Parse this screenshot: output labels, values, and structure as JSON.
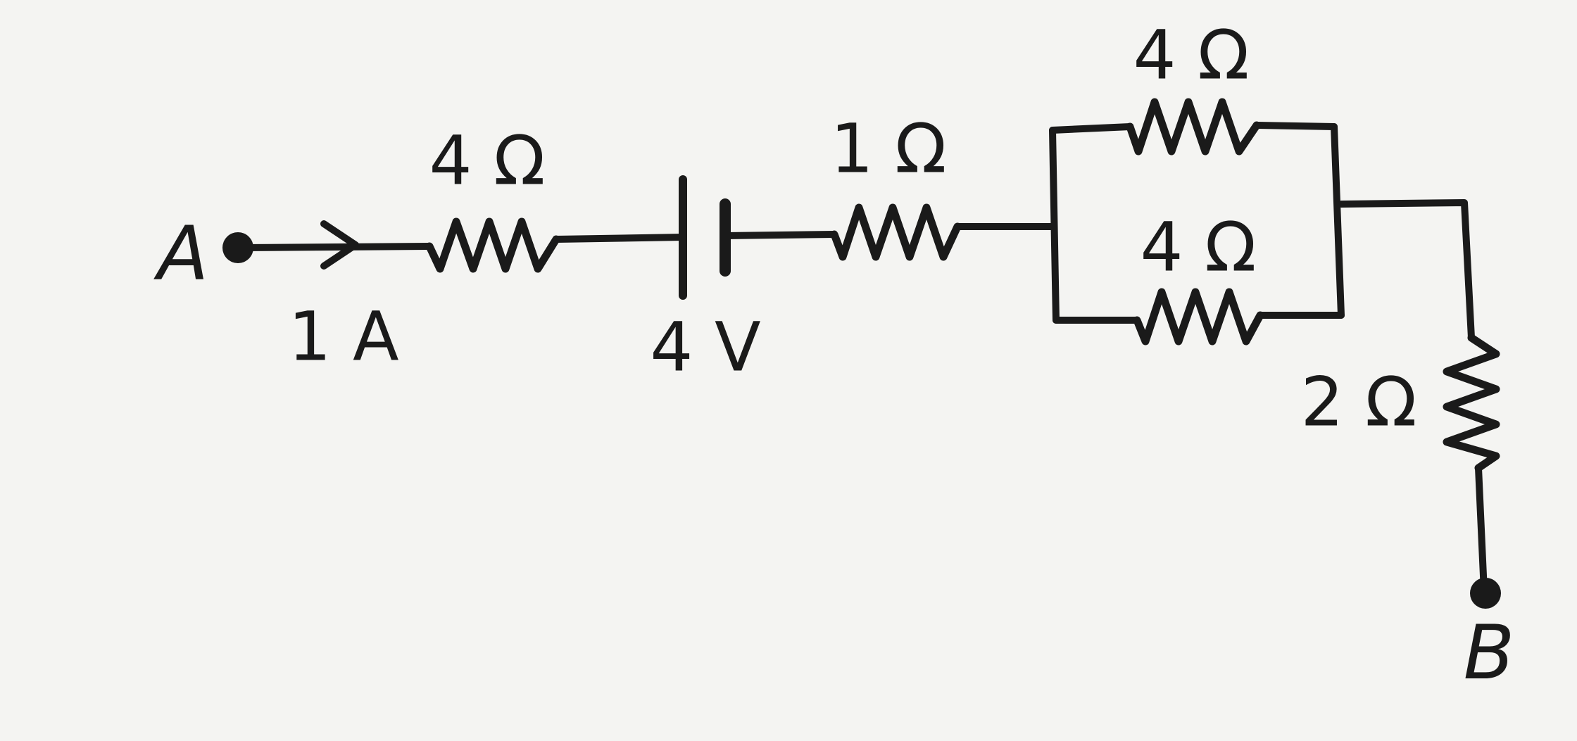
{
  "circuit": {
    "terminal_a": "A",
    "terminal_b": "B",
    "current_label": "1 A",
    "battery_label": "4 V",
    "series_resistor_1_label": "4 Ω",
    "series_resistor_2_label": "1 Ω",
    "parallel_top_resistor_label": "4 Ω",
    "parallel_bottom_resistor_label": "4 Ω",
    "vertical_resistor_label": "2 Ω"
  }
}
